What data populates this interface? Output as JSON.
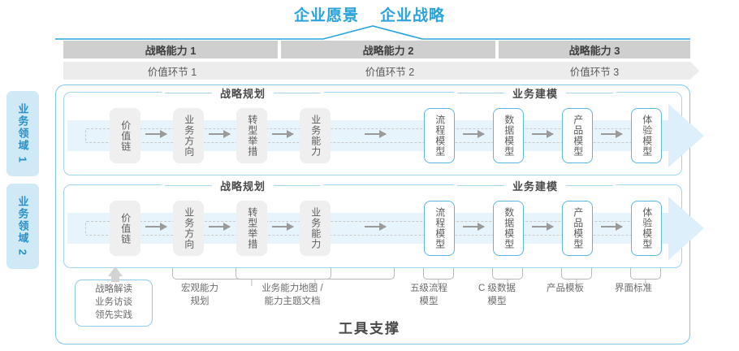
{
  "title": {
    "vision": "企业愿景",
    "strategy": "企业战略"
  },
  "capability_bars": [
    {
      "label": "战略能力 1"
    },
    {
      "label": "战略能力 2"
    },
    {
      "label": "战略能力 3"
    }
  ],
  "value_bars": [
    {
      "label": "价值环节 1"
    },
    {
      "label": "价值环节 2"
    },
    {
      "label": "价值环节 3"
    }
  ],
  "domains": [
    {
      "label": "业务领域 1"
    },
    {
      "label": "业务领域 2"
    }
  ],
  "sections": {
    "left_title": "战略规划",
    "right_title": "业务建模"
  },
  "nodes": {
    "left": [
      {
        "label": "价值链"
      },
      {
        "label": "业务方向"
      },
      {
        "label": "转型举措"
      },
      {
        "label": "业务能力"
      }
    ],
    "right": [
      {
        "label": "流程模型"
      },
      {
        "label": "数据模型"
      },
      {
        "label": "产品模型"
      },
      {
        "label": "体验模型"
      }
    ]
  },
  "bottom_labels": [
    {
      "label": "战略解读\n业务访谈\n领先实践",
      "boxed": true
    },
    {
      "label": "宏观能力\n规划",
      "boxed": false
    },
    {
      "label": "业务能力地图 /\n能力主题文档",
      "boxed": false
    },
    {
      "label": "五级流程\n模型",
      "boxed": false
    },
    {
      "label": "C 级数据\n模型",
      "boxed": false
    },
    {
      "label": "产品模板",
      "boxed": false
    },
    {
      "label": "界面标准",
      "boxed": false
    }
  ],
  "footer": {
    "label": "工具支撑"
  },
  "colors": {
    "accent_blue": "#29a3dd",
    "node_blue_border": "#5bb6e0",
    "bar_dark": "#cfcfcf",
    "bar_light": "#ececec",
    "band": "#e8f4fb",
    "domain_bg": "#cfe9f7"
  }
}
